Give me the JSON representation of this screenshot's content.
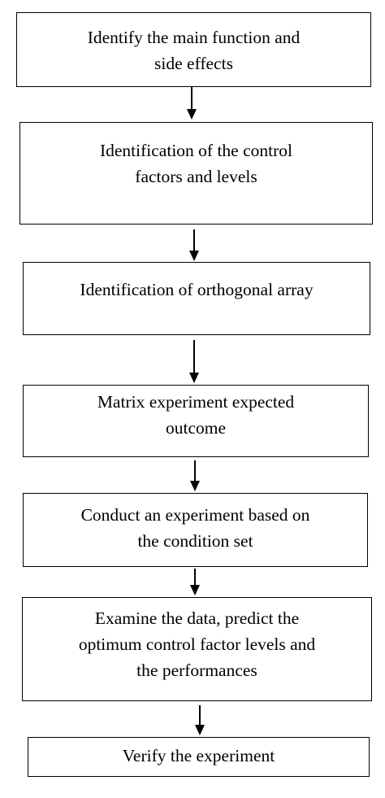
{
  "steps": [
    {
      "line1": "Identify the main function and",
      "line2": "side effects"
    },
    {
      "line1": "Identification of the control",
      "line2": "factors and levels"
    },
    {
      "line1": "Identification of orthogonal array"
    },
    {
      "line1": "Matrix experiment expected",
      "line2": "outcome"
    },
    {
      "line1": "Conduct an experiment based on",
      "line2": "the condition set"
    },
    {
      "line1": "Examine the data, predict the",
      "line2": "optimum control factor levels and",
      "line3": "the performances"
    },
    {
      "line1": "Verify the experiment"
    }
  ],
  "colors": {
    "stroke": "#000000",
    "background": "#ffffff"
  }
}
